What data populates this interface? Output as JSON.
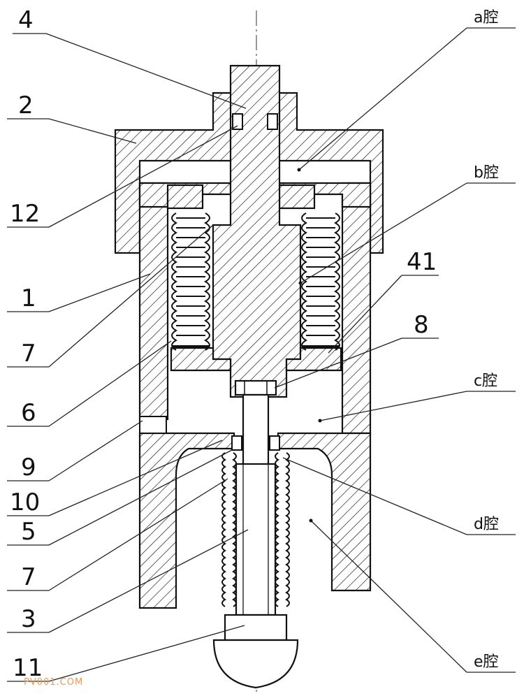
{
  "labels": {
    "n4": "4",
    "n2": "2",
    "n12": "12",
    "n1": "1",
    "n7a": "7",
    "n6": "6",
    "n9": "9",
    "n10": "10",
    "n5": "5",
    "n7b": "7",
    "n3": "3",
    "n11": "11",
    "n41": "41",
    "n8": "8",
    "cavity_a": "a腔",
    "cavity_b": "b腔",
    "cavity_c": "c腔",
    "cavity_d": "d腔",
    "cavity_e": "e腔"
  },
  "watermark": "PV001.COM",
  "colors": {
    "line": "#111111",
    "background": "#ffffff",
    "watermark": "#e59a5a"
  }
}
